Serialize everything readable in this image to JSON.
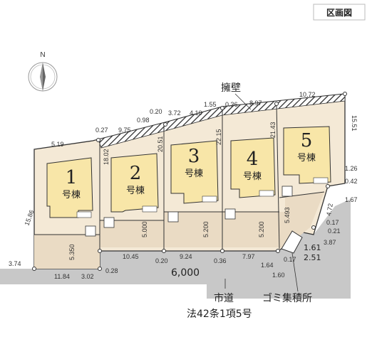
{
  "title": "区画図",
  "compass_label": "N",
  "retaining_wall_label": "擁壁",
  "road_width": "6,000",
  "road_label": "市道",
  "road_legal_label": "法42条1項5号",
  "garbage_label": "ゴミ集積所",
  "lot_suffix": "号棟",
  "lots": [
    {
      "number": "1"
    },
    {
      "number": "2"
    },
    {
      "number": "3"
    },
    {
      "number": "4"
    },
    {
      "number": "5"
    }
  ],
  "dimensions": {
    "d_5_19": "5.19",
    "d_0_27": "0.27",
    "d_9_75": "9.75",
    "d_0_98": "0.98",
    "d_0_20_top": "0.20",
    "d_3_72": "3.72",
    "d_4_10": "4.10",
    "d_1_55": "1.55",
    "d_0_36_top": "0.36",
    "d_8_97": "8.97",
    "d_10_72": "10.72",
    "d_15_51": "15.51",
    "d_18_02": "18.02",
    "d_20_51": "20.51",
    "d_22_15": "22.15",
    "d_21_43": "21.43",
    "d_15_86": "15.86",
    "d_1_26": "1.26",
    "d_0_42": "0.42",
    "d_1_67": "1.67",
    "d_4_72": "4.72",
    "d_5_493": "5.493",
    "d_0_17a": "0.17",
    "d_0_21": "0.21",
    "d_3_87": "3.87",
    "d_5_000": "5.000",
    "d_5_200a": "5.200",
    "d_5_200b": "5.200",
    "d_5_350": "5.350",
    "d_3_74": "3.74",
    "d_11_84": "11.84",
    "d_3_02": "3.02",
    "d_0_28": "0.28",
    "d_10_45": "10.45",
    "d_0_20_bot": "0.20",
    "d_9_24": "9.24",
    "d_0_36_bot": "0.36",
    "d_7_97": "7.97",
    "d_1_64": "1.64",
    "d_0_17b": "0.17",
    "d_1_61": "1.61",
    "d_2_51": "2.51",
    "d_1_60": "1.60"
  }
}
